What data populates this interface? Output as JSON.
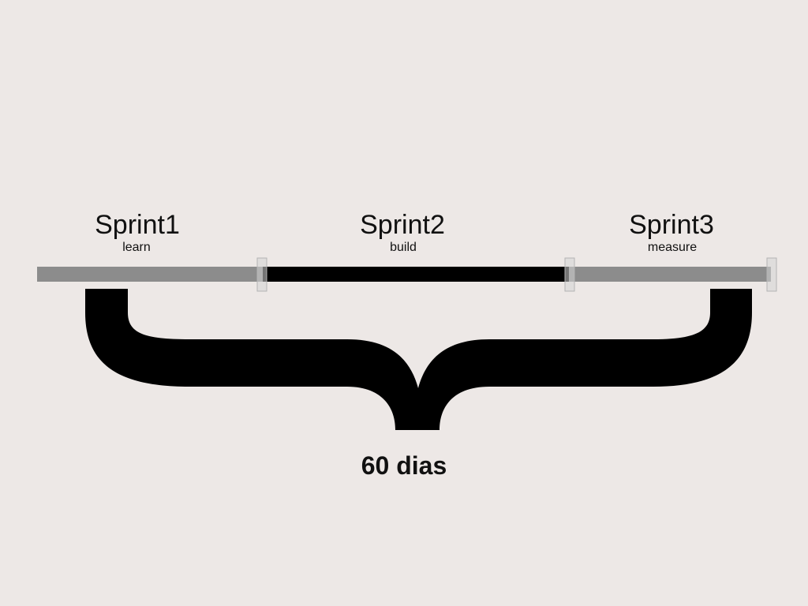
{
  "colors": {
    "background": "#ede8e6",
    "active_segment": "#000000",
    "inactive_segment": "#8c8c8c",
    "marker": "#d4d4d4",
    "brace": "#000000",
    "text": "#111111"
  },
  "sprints": [
    {
      "title": "Sprint1",
      "subtitle": "learn",
      "state": "inactive"
    },
    {
      "title": "Sprint2",
      "subtitle": "build",
      "state": "active"
    },
    {
      "title": "Sprint3",
      "subtitle": "measure",
      "state": "inactive"
    }
  ],
  "duration": {
    "label": "60 dias"
  }
}
